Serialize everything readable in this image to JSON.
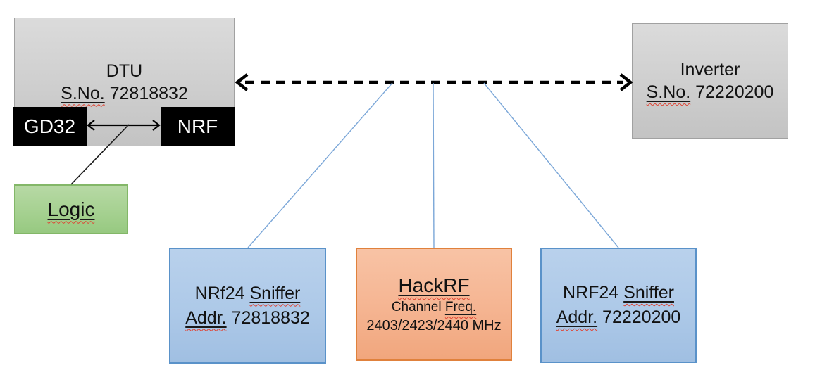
{
  "diagram": {
    "dtu": {
      "title": "DTU",
      "serial_label": "S.No.",
      "serial_number": "72818832"
    },
    "gd32": {
      "label": "GD32"
    },
    "nrf": {
      "label": "NRF"
    },
    "logic": {
      "label": "Logic"
    },
    "inverter": {
      "title": "Inverter",
      "serial_label": "S.No.",
      "serial_number": "72220200"
    },
    "sniffer1": {
      "name_prefix": "NRf24",
      "name_word": "Sniffer",
      "addr_label": "Addr.",
      "addr_number": "72818832"
    },
    "hackrf": {
      "title": "HackRF",
      "freq_prefix": "Channel",
      "freq_label": "Freq.",
      "frequencies": "2403/2423/2440 MHz"
    },
    "sniffer2": {
      "name_prefix": "NRF24",
      "name_word": "Sniffer",
      "addr_label": "Addr.",
      "addr_number": "72220200"
    },
    "colors": {
      "gray_fill": "#cecece",
      "gray_border": "#a1a1a1",
      "black_fill": "#000000",
      "green_fill": "#a6d191",
      "green_border": "#83b768",
      "blue_fill": "#adc9e8",
      "blue_border": "#5a92c9",
      "orange_fill": "#f5b491",
      "orange_border": "#e0813c",
      "connector_blue": "#7ba7d8",
      "connector_black": "#000000",
      "spellcheck_red": "#e0402f"
    }
  }
}
